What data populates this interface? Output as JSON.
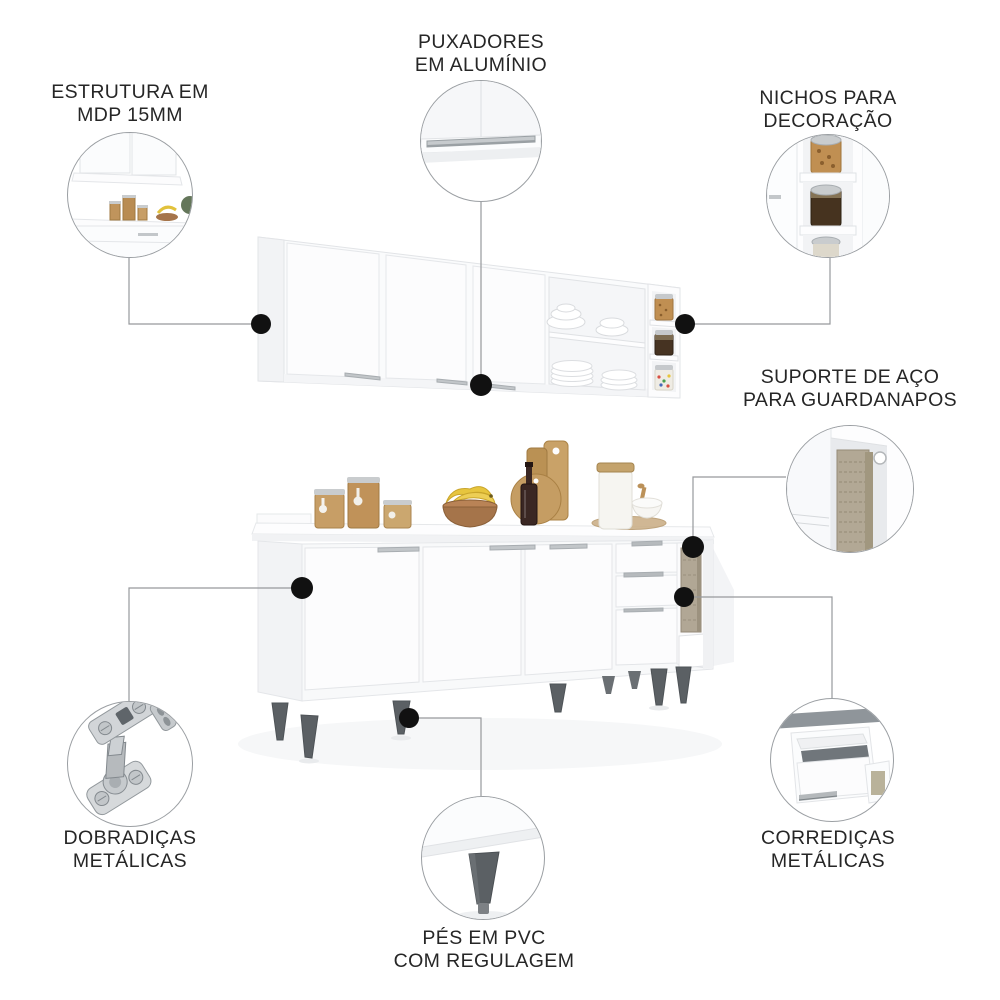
{
  "background": "#ffffff",
  "style": {
    "label_color": "#262626",
    "connector_line_color": "#97999c",
    "dot_color": "#111111",
    "circle_border_color": "#9b9fa3",
    "cabinet_white": "#fbfcfd",
    "wood_tone": "#bb9157",
    "foot_color": "#5b6064",
    "metal_tone": "#c6c9cc"
  },
  "callouts": [
    {
      "id": "estrutura-mdp",
      "lines": [
        "ESTRUTURA EM",
        "MDP 15MM"
      ],
      "detail": "kitchen-structure-closeup"
    },
    {
      "id": "puxadores-aluminio",
      "lines": [
        "PUXADORES",
        "EM ALUMÍNIO"
      ],
      "detail": "aluminum-handle-closeup"
    },
    {
      "id": "nichos-decoracao",
      "lines": [
        "NICHOS PARA",
        "DECORAÇÃO"
      ],
      "detail": "decorative-niches-closeup"
    },
    {
      "id": "suporte-aco",
      "lines": [
        "SUPORTE DE AÇO",
        "PARA GUARDANAPOS"
      ],
      "detail": "steel-napkin-holder-closeup"
    },
    {
      "id": "corredicas-metalicas",
      "lines": [
        "CORREDIÇAS",
        "METÁLICAS"
      ],
      "detail": "metal-drawer-slide-closeup"
    },
    {
      "id": "dobradicas-metalicas",
      "lines": [
        "DOBRADIÇAS",
        "METÁLICAS"
      ],
      "detail": "metal-hinge-closeup"
    },
    {
      "id": "pes-pvc",
      "lines": [
        "PÉS EM PVC",
        "COM REGULAGEM"
      ],
      "detail": "adjustable-pvc-foot-closeup"
    }
  ],
  "scene": {
    "pieces": [
      "wall-cabinet",
      "base-cabinet"
    ],
    "props": [
      "glass-jars",
      "banana-bowl",
      "cutting-boards",
      "bottle",
      "white-canister",
      "white-bowl",
      "plates",
      "tureens",
      "decor-jars",
      "napkin-boards"
    ]
  }
}
